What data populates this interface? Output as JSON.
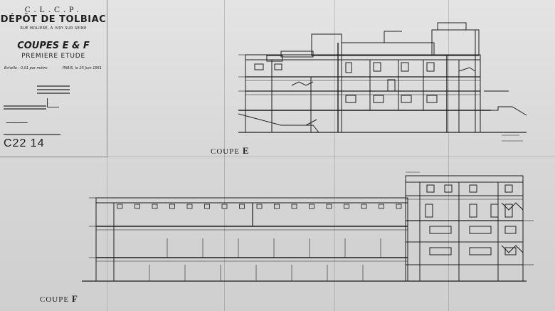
{
  "title_block": {
    "organization": "C.L.C.P.",
    "depot_name": "DÉPÔT DE TOLBIAC",
    "street": "RUE MOLIERE, A IVRY SUR SEINE",
    "sections_title": "COUPES E & F",
    "study": "PREMIERE ETUDE",
    "scale": "Echelle : 0,01 par mètre",
    "date": "PARIS, le 25 Juin 1951",
    "drawing_number": "C22 14"
  },
  "sections": {
    "section_e_label": "COUPE",
    "section_e_letter": "E",
    "section_f_label": "COUPE",
    "section_f_letter": "F"
  },
  "colors": {
    "paper": "#d9d9d9",
    "ink": "#1e1e1e"
  }
}
